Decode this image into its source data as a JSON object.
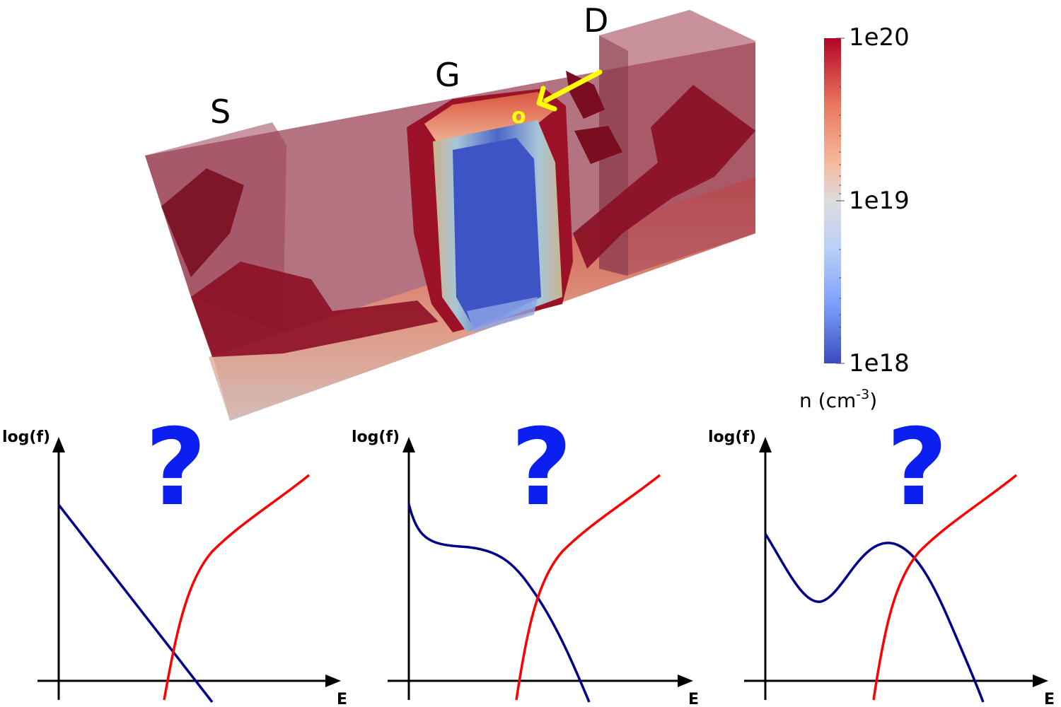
{
  "device": {
    "source_label": "S",
    "gate_label": "G",
    "drain_label": "D",
    "marker_label": "o"
  },
  "colorbar": {
    "max_label": "1e20",
    "mid_label": "1e19",
    "min_label": "1e18",
    "unit_label": "n (cm",
    "unit_exponent": "-3",
    "unit_close": ")",
    "scale": "log",
    "colors": [
      "#b40426",
      "#e8765c",
      "#f7b89c",
      "#dddcdc",
      "#9abbff",
      "#6788ee",
      "#3b4cc0"
    ]
  },
  "plots": [
    {
      "ylabel": "log(f)",
      "xlabel": "E",
      "overlay": "?"
    },
    {
      "ylabel": "log(f)",
      "xlabel": "E",
      "overlay": "?"
    },
    {
      "ylabel": "log(f)",
      "xlabel": "E",
      "overlay": "?"
    }
  ],
  "colors": {
    "distribution_curve": "#00008b",
    "dos_curve": "#ff0000",
    "arrow": "#ffff00",
    "question_mark": "#0a1ff0"
  }
}
